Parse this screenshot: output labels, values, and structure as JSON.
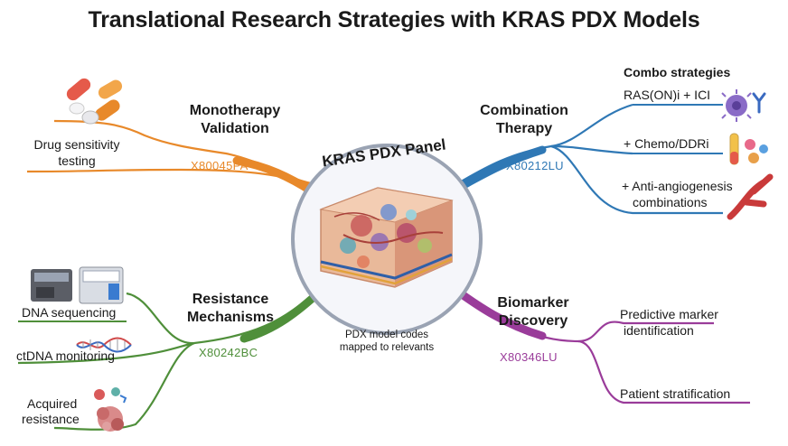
{
  "title": "Translational Research Strategies with KRAS PDX Models",
  "center": {
    "panel_label": "KRAS PDX Panel",
    "caption_line1": "PDX model codes",
    "caption_line2": "mapped to relevants"
  },
  "branches": {
    "monotherapy": {
      "title_line1": "Monotherapy",
      "title_line2": "Validation",
      "code": "X80045PA",
      "color": "#e8892a",
      "leaf_line1": "Drug sensitivity",
      "leaf_line2": "testing"
    },
    "combination": {
      "title_line1": "Combination",
      "title_line2": "Therapy",
      "code": "X80212LU",
      "color": "#2f78b5",
      "header": "Combo strategies",
      "leaf1": "RAS(ON)i + ICI",
      "leaf2": "+ Chemo/DDRi",
      "leaf3_line1": "+ Anti-angiogenesis",
      "leaf3_line2": "combinations"
    },
    "resistance": {
      "title_line1": "Resistance",
      "title_line2": "Mechanisms",
      "code": "X80242BC",
      "color": "#4f8f3a",
      "leaf1": "DNA sequencing",
      "leaf2": "ctDNA monitoring",
      "leaf3_line1": "Acquired",
      "leaf3_line2": "resistance"
    },
    "biomarker": {
      "title_line1": "Biomarker",
      "title_line2": "Discovery",
      "code": "X80346LU",
      "color": "#9a3c9a",
      "leaf1_line1": "Predictive marker",
      "leaf1_line2": "identification",
      "leaf2": "Patient stratification"
    }
  },
  "icons": [
    "pills-icon",
    "immune-cell-icon",
    "antibody-icon",
    "test-tube-icon",
    "capsules-icon",
    "blood-vessel-icon",
    "sequencer-icon",
    "dna-helix-icon",
    "cells-icon",
    "tumor-icon",
    "tissue-cross-section-icon"
  ]
}
